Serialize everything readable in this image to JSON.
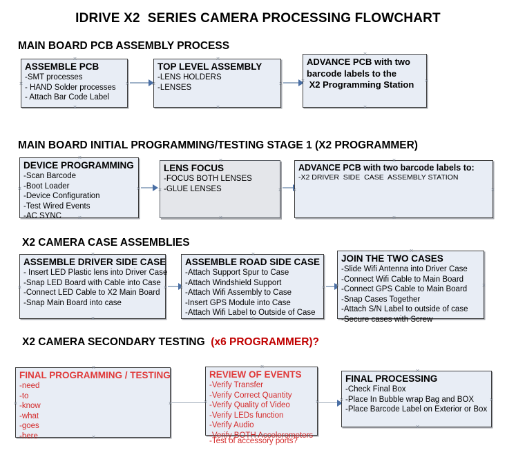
{
  "document": {
    "title": "IDRIVE X2  SERIES CAMERA PROCESSING FLOWCHART"
  },
  "colors": {
    "box_fill": "#e8edf5",
    "box_fill_gray": "#e4e6ea",
    "box_border": "#3c3c3c",
    "connector_line": "#9fb2c8",
    "connector_head": "#4a6fa5",
    "accent_red": "#d42a2a",
    "heading_red": "#c00000",
    "text": "#000000"
  },
  "sections": [
    {
      "id": "main-board-pcb-assembly",
      "heading": "MAIN BOARD PCB ASSEMBLY PROCESS",
      "heading_accent": "",
      "boxes": [
        {
          "id": "assemble-pcb",
          "title": "ASSEMBLE PCB",
          "lines": [
            "-SMT processes",
            "- HAND Solder processes",
            "- Attach Bar Code Label"
          ]
        },
        {
          "id": "top-level-assembly",
          "title": "TOP LEVEL ASSEMBLY",
          "lines": [
            "-LENS HOLDERS",
            "-LENSES"
          ]
        },
        {
          "id": "advance-pcb-to-x2-programming-station",
          "title_lines": [
            "ADVANCE PCB with two",
            "barcode labels to the",
            " X2 Programming Station"
          ],
          "lines": []
        }
      ]
    },
    {
      "id": "main-board-initial-programming",
      "heading": "MAIN BOARD INITIAL PROGRAMMING/TESTING STAGE 1 (X2 PROGRAMMER)",
      "heading_accent": "",
      "boxes": [
        {
          "id": "device-programming",
          "title": "DEVICE PROGRAMMING",
          "lines": [
            "-Scan Barcode",
            "-Boot Loader",
            "-Device Configuration",
            "-Test Wired Events",
            "-AC SYNC"
          ]
        },
        {
          "id": "lens-focus",
          "title": "LENS FOCUS",
          "lines": [
            "-FOCUS BOTH LENSES",
            "-GLUE LENSES"
          ]
        },
        {
          "id": "advance-pcb-to-driver-side-case-assembly",
          "title": "ADVANCE PCB with two barcode labels to:",
          "lines": [
            "-X2 DRIVER  SIDE  CASE  ASSEMBLY STATION"
          ]
        }
      ]
    },
    {
      "id": "x2-camera-case-assemblies",
      "heading": "X2 CAMERA CASE ASSEMBLIES",
      "heading_accent": "",
      "boxes": [
        {
          "id": "assemble-driver-side-case",
          "title": "ASSEMBLE DRIVER SIDE CASE",
          "lines": [
            "- Insert LED Plastic lens into Driver Case",
            "-Snap LED Board with Cable into Case",
            "-Connect LED Cable to X2 Main Board",
            "-Snap Main Board into case"
          ]
        },
        {
          "id": "assemble-road-side-case",
          "title": "ASSEMBLE ROAD SIDE CASE",
          "lines": [
            "-Attach Support Spur to Case",
            "-Attach Windshield Support",
            "-Attach Wifi Assembly to Case",
            "-Insert GPS Module into Case",
            "-Attach Wifi Label to Outside of Case"
          ]
        },
        {
          "id": "join-the-two-cases",
          "title": "JOIN THE TWO CASES",
          "lines": [
            "-Slide Wifi Antenna into Driver Case",
            "-Connect Wifi Cable to Main Board",
            "-Connect GPS Cable to Main Board",
            "-Snap Cases Together",
            "-Attach S/N Label to outside of case",
            "-Secure cases with Screw"
          ]
        }
      ]
    },
    {
      "id": "x2-camera-secondary-testing",
      "heading": "X2 CAMERA SECONDARY TESTING  ",
      "heading_accent": "(x6 PROGRAMMER)?",
      "boxes": [
        {
          "id": "final-programming-testing",
          "title": "FINAL PROGRAMMING / TESTING",
          "lines": [
            "-need",
            "-to",
            "-know",
            "-what",
            "-goes",
            "-here"
          ]
        },
        {
          "id": "review-of-events",
          "title": "REVIEW OF EVENTS",
          "lines": [
            "-Verify Transfer",
            "-Verify Correct Quantity",
            "-Verify Quality of Video",
            "-Verify LEDs function",
            "-Verify Audio",
            "-Verify BOTH Accelerometers"
          ],
          "overflow_line": "-Test of accessory ports?"
        },
        {
          "id": "final-processing",
          "title": "FINAL PROCESSING",
          "lines": [
            "-Check Final Box",
            "-Place In Bubble wrap Bag and BOX",
            "-Place Barcode Label on Exterior or Box"
          ]
        }
      ]
    }
  ]
}
